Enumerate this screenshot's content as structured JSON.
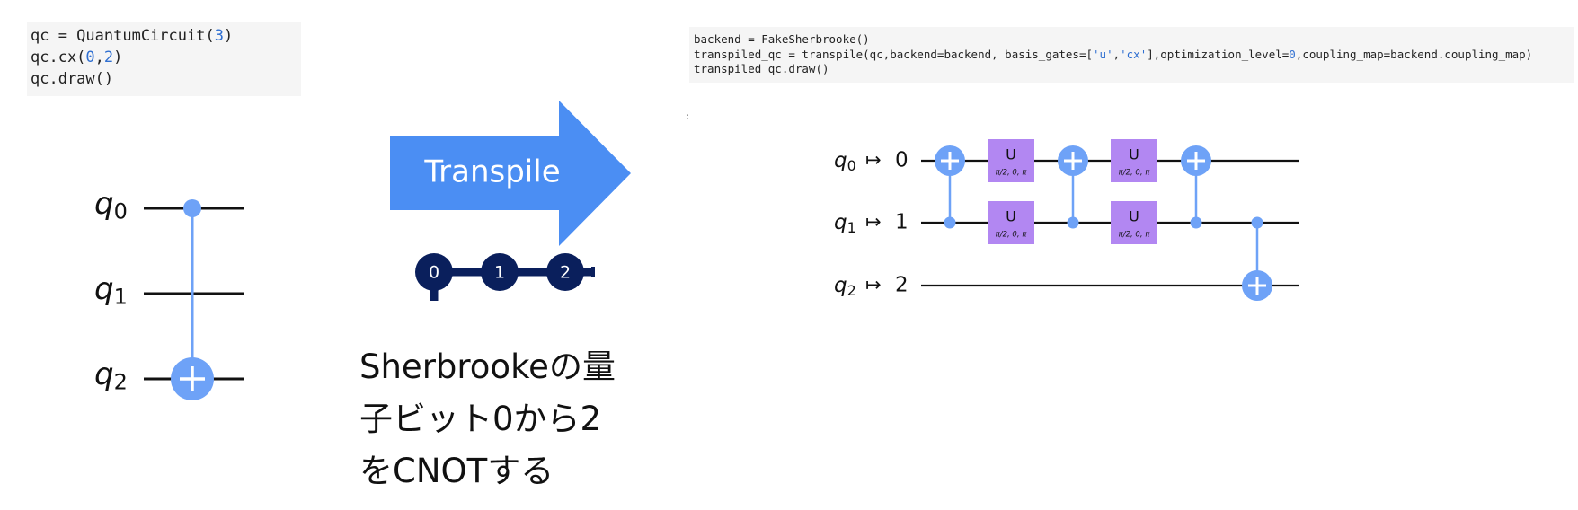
{
  "code_left": {
    "line1_pre": "qc = QuantumCircuit(",
    "line1_num": "3",
    "line1_post": ")",
    "line2_pre": "qc.cx(",
    "line2_num1": "0",
    "line2_mid": ",",
    "line2_num2": "2",
    "line2_post": ")",
    "line3": "qc.draw()"
  },
  "code_right": {
    "line1": "backend = FakeSherbrooke()",
    "line2_pre": "transpiled_qc = transpile(qc,backend=backend, basis_gates=[",
    "line2_str1": "'u'",
    "line2_comma": ",",
    "line2_str2": "'cx'",
    "line2_mid": "],optimization_level=",
    "line2_num": "0",
    "line2_post": ",coupling_map=backend.coupling_map)",
    "line3": "transpiled_qc.draw()"
  },
  "output_marker": ":",
  "left_circuit": {
    "qubits": [
      {
        "label": "q",
        "sub": "0"
      },
      {
        "label": "q",
        "sub": "1"
      },
      {
        "label": "q",
        "sub": "2"
      }
    ],
    "gates": [
      {
        "type": "cx",
        "control": 0,
        "target": 2
      }
    ]
  },
  "arrow": {
    "label": "Transpile",
    "color": "#4b8ef3"
  },
  "coupling_map": {
    "nodes": [
      "0",
      "1",
      "2"
    ],
    "node_color": "#0a1f5c"
  },
  "description_lines": [
    "Sherbrookeの量",
    "子ビット0から2",
    "をCNOTする"
  ],
  "right_circuit": {
    "qubits": [
      {
        "label": "q",
        "sub": "0",
        "map": "↦",
        "physical": "0"
      },
      {
        "label": "q",
        "sub": "1",
        "map": "↦",
        "physical": "1"
      },
      {
        "label": "q",
        "sub": "2",
        "map": "↦",
        "physical": "2"
      }
    ],
    "gates": [
      {
        "type": "cx",
        "control": 1,
        "target": 0
      },
      {
        "type": "u",
        "qubit": 0,
        "label": "U",
        "params": "π/2, 0, π"
      },
      {
        "type": "u",
        "qubit": 1,
        "label": "U",
        "params": "π/2, 0, π"
      },
      {
        "type": "cx",
        "control": 1,
        "target": 0
      },
      {
        "type": "u",
        "qubit": 0,
        "label": "U",
        "params": "π/2, 0, π"
      },
      {
        "type": "u",
        "qubit": 1,
        "label": "U",
        "params": "π/2, 0, π"
      },
      {
        "type": "cx",
        "control": 1,
        "target": 0
      },
      {
        "type": "cx",
        "control": 1,
        "target": 2
      }
    ],
    "gate_color": "#6ea2f7",
    "u_color": "#b287f2"
  }
}
